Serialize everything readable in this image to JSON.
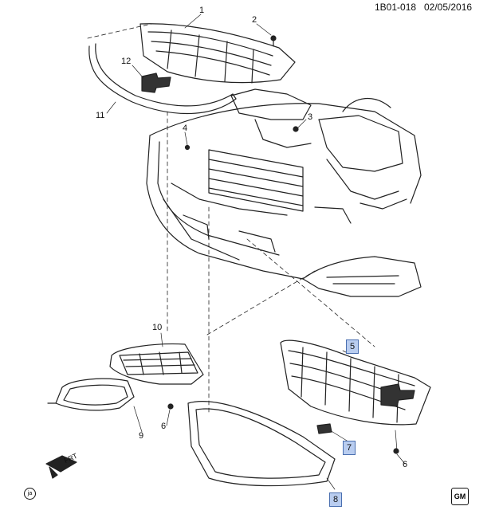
{
  "header": {
    "ref_code": "1B01-018",
    "date": "02/05/2016"
  },
  "callouts": {
    "c1": "1",
    "c2": "2",
    "c3": "3",
    "c4": "4",
    "c5": "5",
    "c6a": "6",
    "c6b": "6",
    "c7": "7",
    "c8": "8",
    "c9": "9",
    "c10": "10",
    "c11": "11",
    "c12": "12"
  },
  "front_arrow_label": "FRT",
  "brand_mark": "GM",
  "corner_mark": "ja",
  "colors": {
    "line": "#222222",
    "highlight_fill": "#b9cdf0",
    "highlight_border": "#4a6fb0"
  }
}
